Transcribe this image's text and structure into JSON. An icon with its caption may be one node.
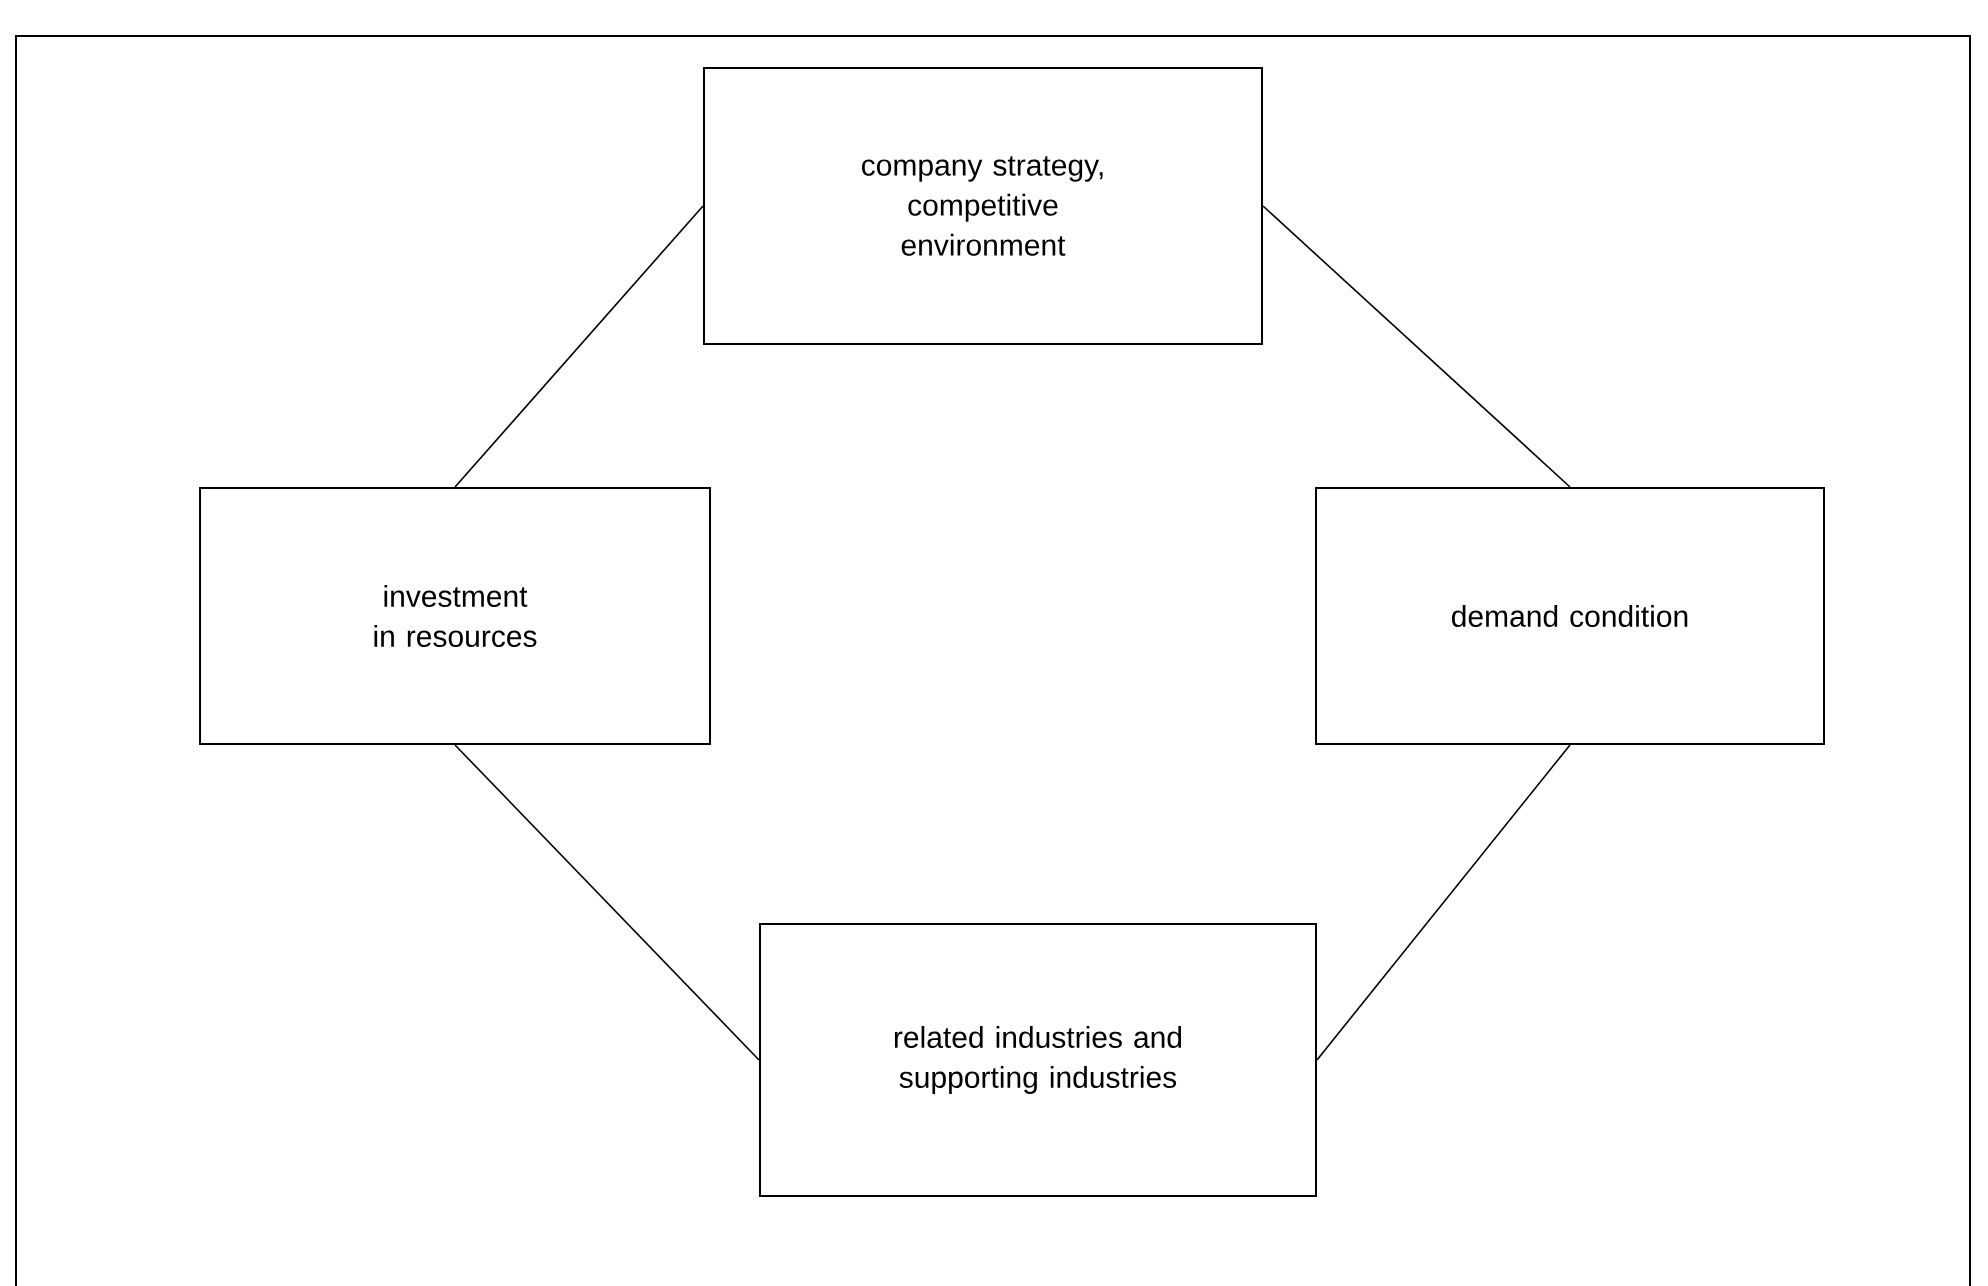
{
  "diagram": {
    "nodes": [
      {
        "text": [
          "company strategy, competitive environment"
        ]
      },
      {
        "text": [
          "investment in resources"
        ]
      },
      {
        "text": [
          "demand condition"
        ]
      },
      {
        "text": [
          "related industries and supporting industries"
        ]
      }
    ],
    "edges": [
      {
        "from": 0,
        "to": 1,
        "arrow": "none"
      },
      {
        "from": 0,
        "to": 2,
        "arrow": "none"
      },
      {
        "from": 1,
        "to": 3,
        "arrow": "none"
      },
      {
        "from": 2,
        "to": 3,
        "arrow": "none"
      }
    ]
  }
}
